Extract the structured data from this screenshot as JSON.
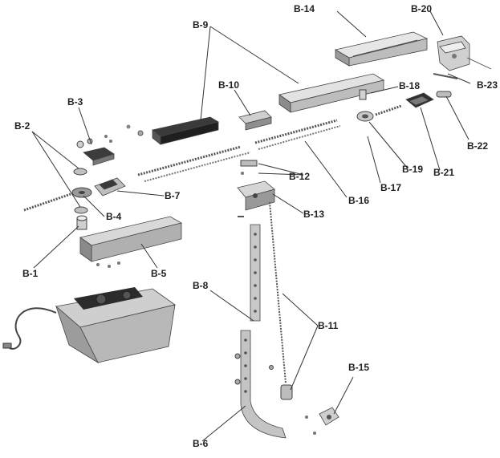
{
  "labels": {
    "b1": "B-1",
    "b2": "B-2",
    "b3": "B-3",
    "b4": "B-4",
    "b5": "B-5",
    "b6": "B-6",
    "b7": "B-7",
    "b8": "B-8",
    "b9": "B-9",
    "b10": "B-10",
    "b11": "B-11",
    "b12": "B-12",
    "b13": "B-13",
    "b14": "B-14",
    "b15": "B-15",
    "b16": "B-16",
    "b17": "B-17",
    "b18": "B-18",
    "b19": "B-19",
    "b20": "B-20",
    "b21": "B-21",
    "b22": "B-22",
    "b23": "B-23"
  },
  "colors": {
    "metal_light": "#d9d9d9",
    "metal_mid": "#b5b5b5",
    "metal_dark": "#6e6e6e",
    "rail_black": "#2b2b2b",
    "ink": "#222222"
  }
}
